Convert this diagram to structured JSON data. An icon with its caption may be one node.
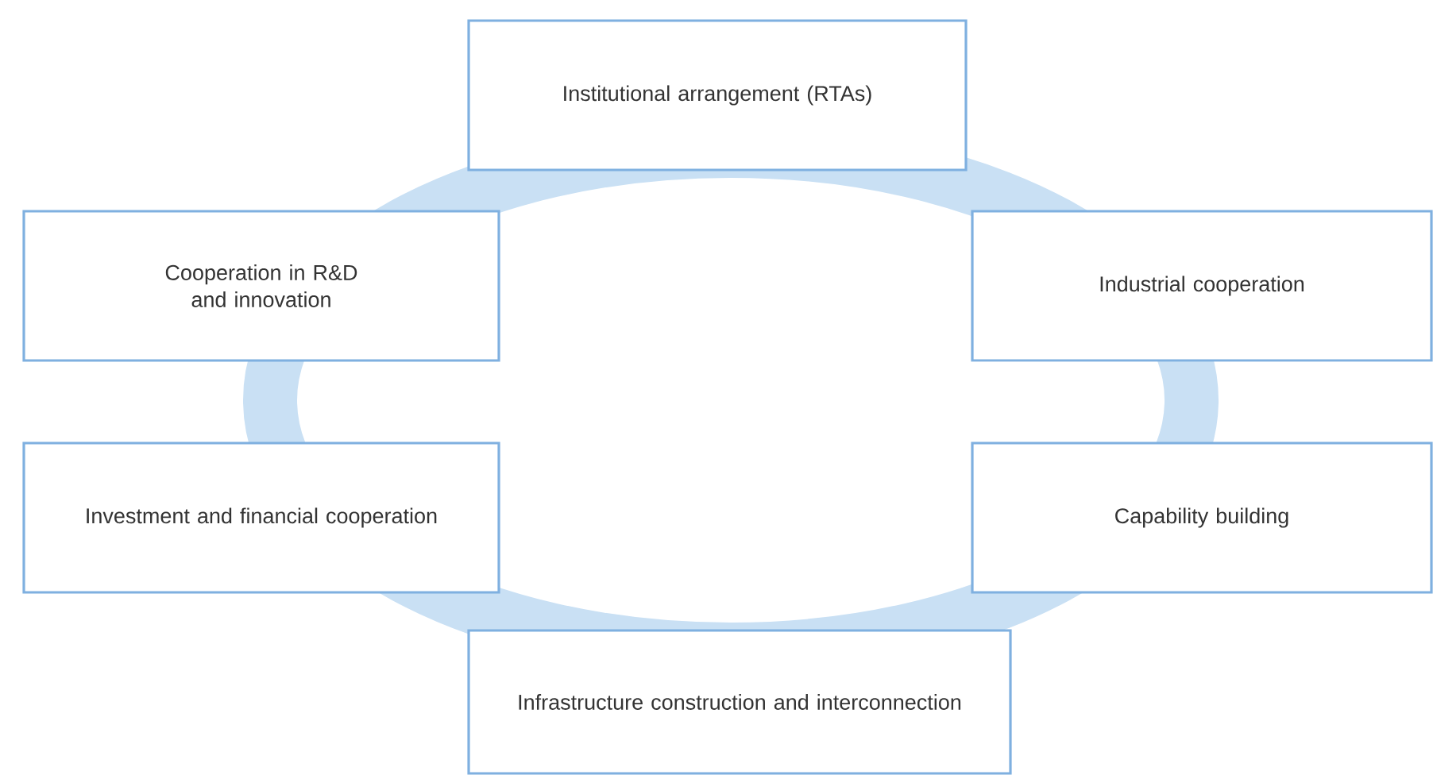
{
  "diagram": {
    "nodes": [
      {
        "text": [
          "Institutional arrangement (RTAs)"
        ]
      },
      {
        "text": [
          "Cooperation in R&D and innovation"
        ]
      },
      {
        "text": [
          "Industrial cooperation"
        ]
      },
      {
        "text": [
          "Investment and financial cooperation"
        ]
      },
      {
        "text": [
          "Capability building"
        ]
      },
      {
        "text": [
          "Infrastructure construction and interconnection"
        ]
      }
    ]
  }
}
